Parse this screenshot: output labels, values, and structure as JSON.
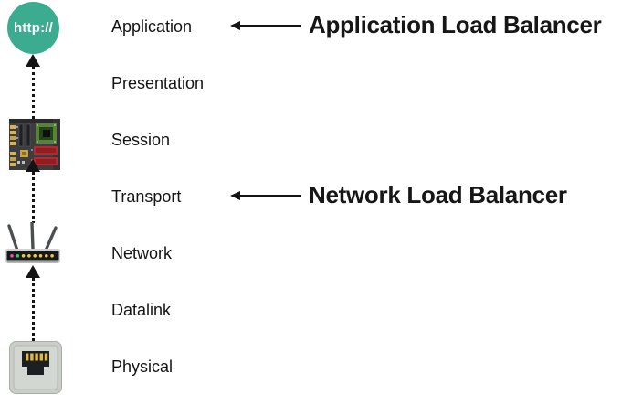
{
  "diagram": {
    "description": "OSI model layers mapped to AWS load balancer types",
    "layers": [
      {
        "label": "Application"
      },
      {
        "label": "Presentation"
      },
      {
        "label": "Session"
      },
      {
        "label": "Transport"
      },
      {
        "label": "Network"
      },
      {
        "label": "Datalink"
      },
      {
        "label": "Physical"
      }
    ],
    "annotations": {
      "alb": {
        "label": "Application Load Balancer",
        "target_layer": "Application"
      },
      "nlb": {
        "label": "Network Load Balancer",
        "target_layer": "Transport"
      }
    },
    "icons": {
      "browser": {
        "name": "http-browser-icon",
        "text": "http://",
        "color": "#3BAC90"
      },
      "motherboard": {
        "name": "motherboard-icon"
      },
      "router": {
        "name": "wifi-router-icon"
      },
      "ethernet": {
        "name": "ethernet-port-icon"
      }
    },
    "connector": {
      "style": "dotted",
      "direction": "up",
      "color": "#141414"
    },
    "colors": {
      "background": "#FFFFFF",
      "text": "#141414",
      "accent_teal": "#3BAC90",
      "ram_red": "#B9262C",
      "cpu_green": "#57823A",
      "pin_gold": "#D7B34C",
      "led_pink": "#E8559C",
      "led_green": "#35C27D",
      "led_yellow": "#EDC73C"
    }
  }
}
